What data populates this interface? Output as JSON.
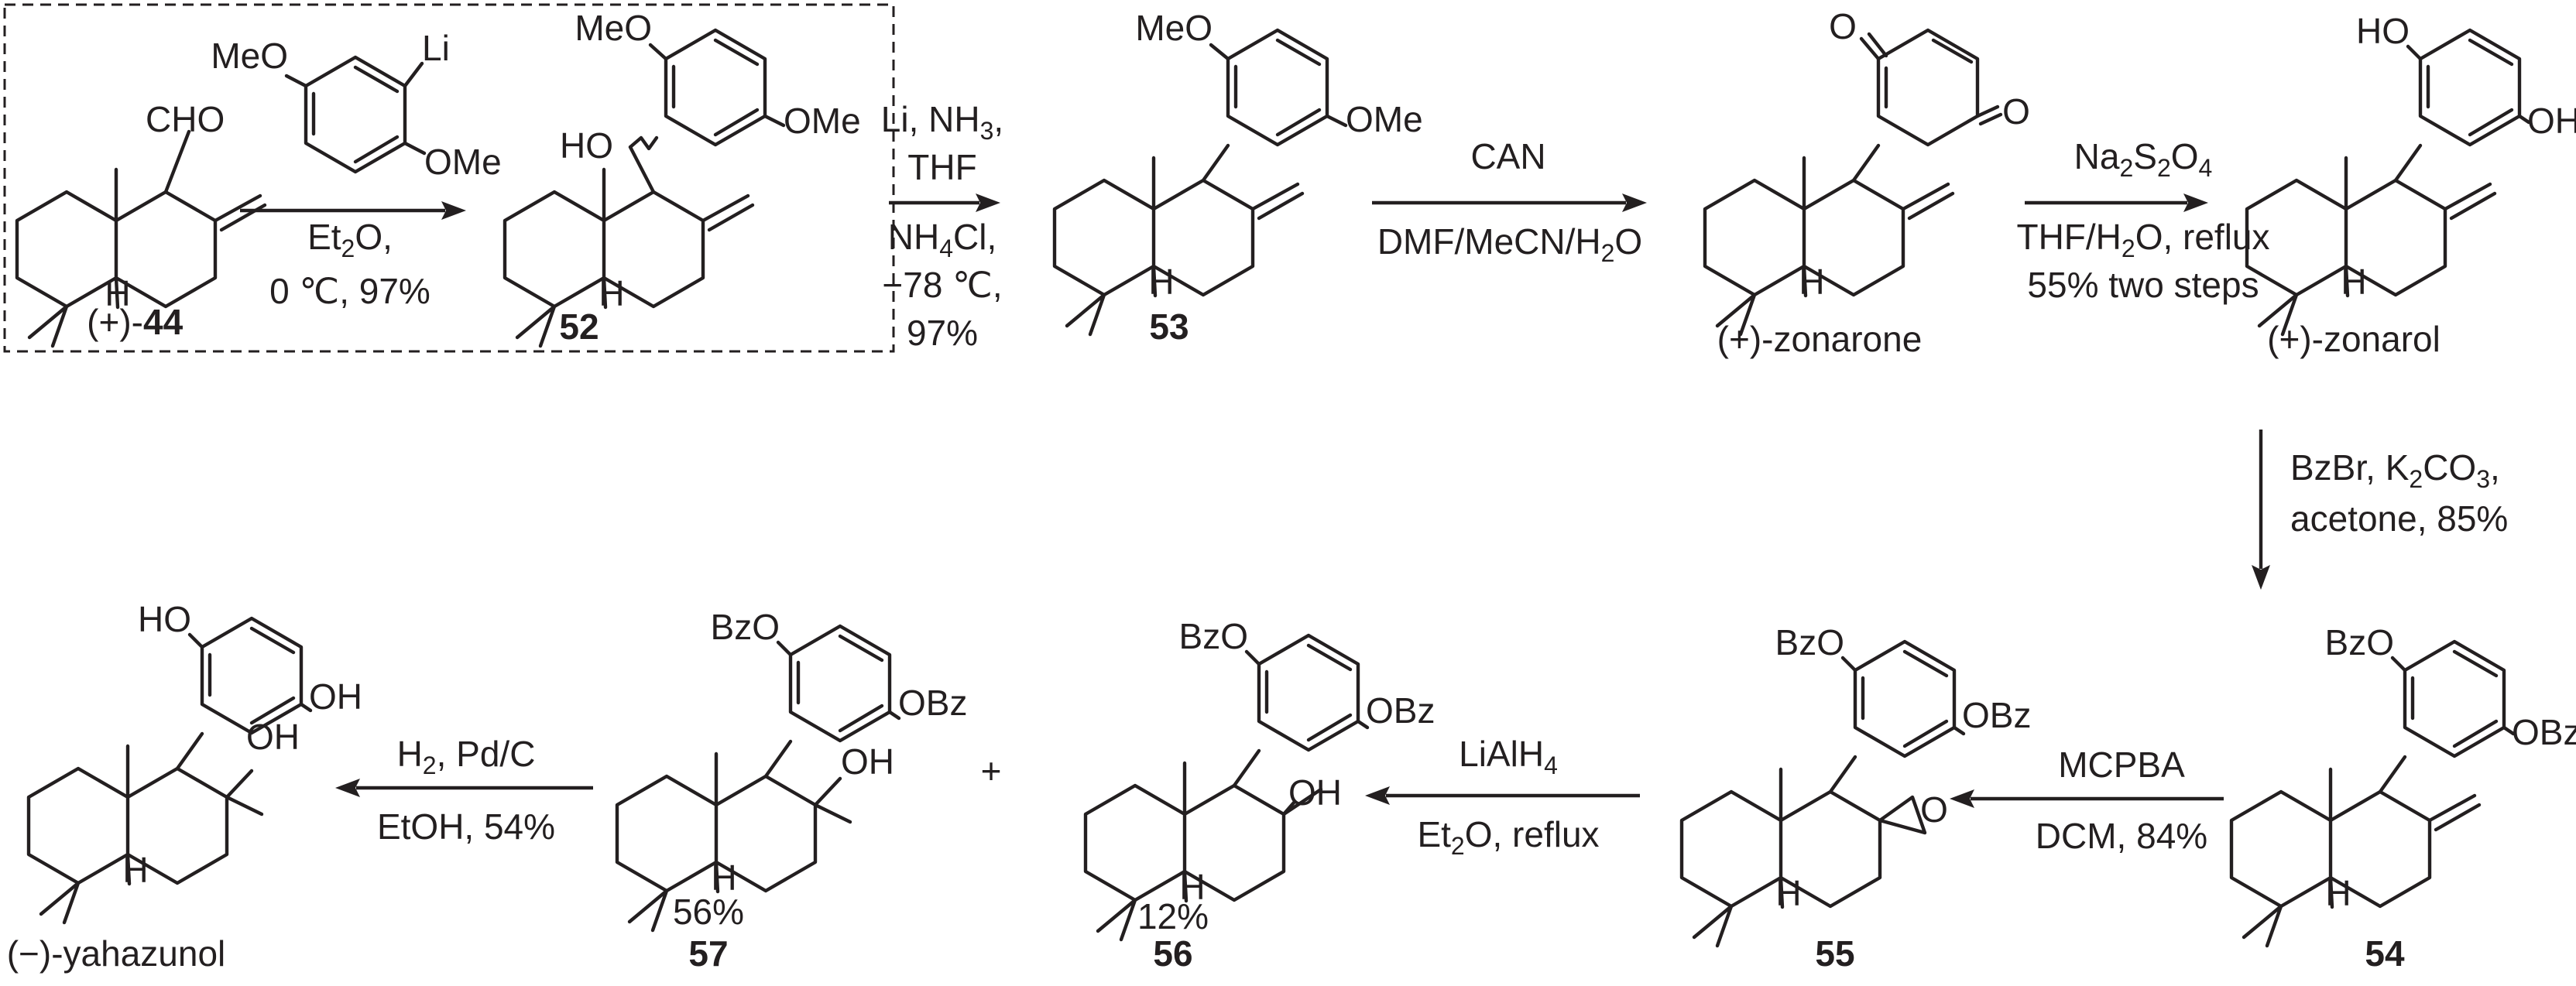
{
  "compounds": {
    "c44": {
      "prefix": "(+)-",
      "number": "44"
    },
    "c52": {
      "number": "52"
    },
    "c53": {
      "number": "53"
    },
    "zonarone": {
      "name": "(+)-zonarone"
    },
    "zonarol": {
      "name": "(+)-zonarol"
    },
    "c54": {
      "number": "54"
    },
    "c55": {
      "number": "55"
    },
    "c56": {
      "number": "56",
      "yield": "12%"
    },
    "c57": {
      "number": "57",
      "yield": "56%"
    },
    "yahazunol": {
      "name": "(−)-yahazunol"
    }
  },
  "atom_labels": {
    "cho": "CHO",
    "h": "H",
    "meo": "MeO",
    "ome": "OMe",
    "li": "Li",
    "ho": "HO",
    "oh": "OH",
    "o": "O",
    "bzo": "BzO",
    "obz": "OBz",
    "plus": "+"
  },
  "reagents": {
    "step1": {
      "above": "",
      "below1": "Et",
      "below1_sub": "2",
      "below1_tail": "O,",
      "below2": "0 ℃, 97%"
    },
    "step2": {
      "l1": "Li, NH",
      "l1_sub": "3",
      "l1_tail": ",",
      "l2": "THF",
      "l3": "NH",
      "l3_sub": "4",
      "l3_tail": "Cl,",
      "l4": "−78 ℃,",
      "l5": "97%"
    },
    "step3": {
      "above": "CAN",
      "below": "DMF/MeCN/H",
      "below_sub": "2",
      "below_tail": "O"
    },
    "step4": {
      "above": "Na",
      "above_sub1": "2",
      "above_mid": "S",
      "above_sub2": "2",
      "above_mid2": "O",
      "above_sub3": "4",
      "below1": "THF/H",
      "below1_sub": "2",
      "below1_tail": "O, reflux",
      "below2": "55% two steps"
    },
    "step5": {
      "l1": "BzBr, K",
      "l1_sub": "2",
      "l1_mid": "CO",
      "l1_sub2": "3",
      "l1_tail": ",",
      "l2": "acetone, 85%"
    },
    "step6": {
      "above": "MCPBA",
      "below": "DCM, 84%"
    },
    "step7": {
      "above": "LiAlH",
      "above_sub": "4",
      "below": "Et",
      "below_sub": "2",
      "below_tail": "O, reflux"
    },
    "step8": {
      "above": "H",
      "above_sub": "2",
      "above_tail": ", Pd/C",
      "below": "EtOH, 54%"
    }
  }
}
